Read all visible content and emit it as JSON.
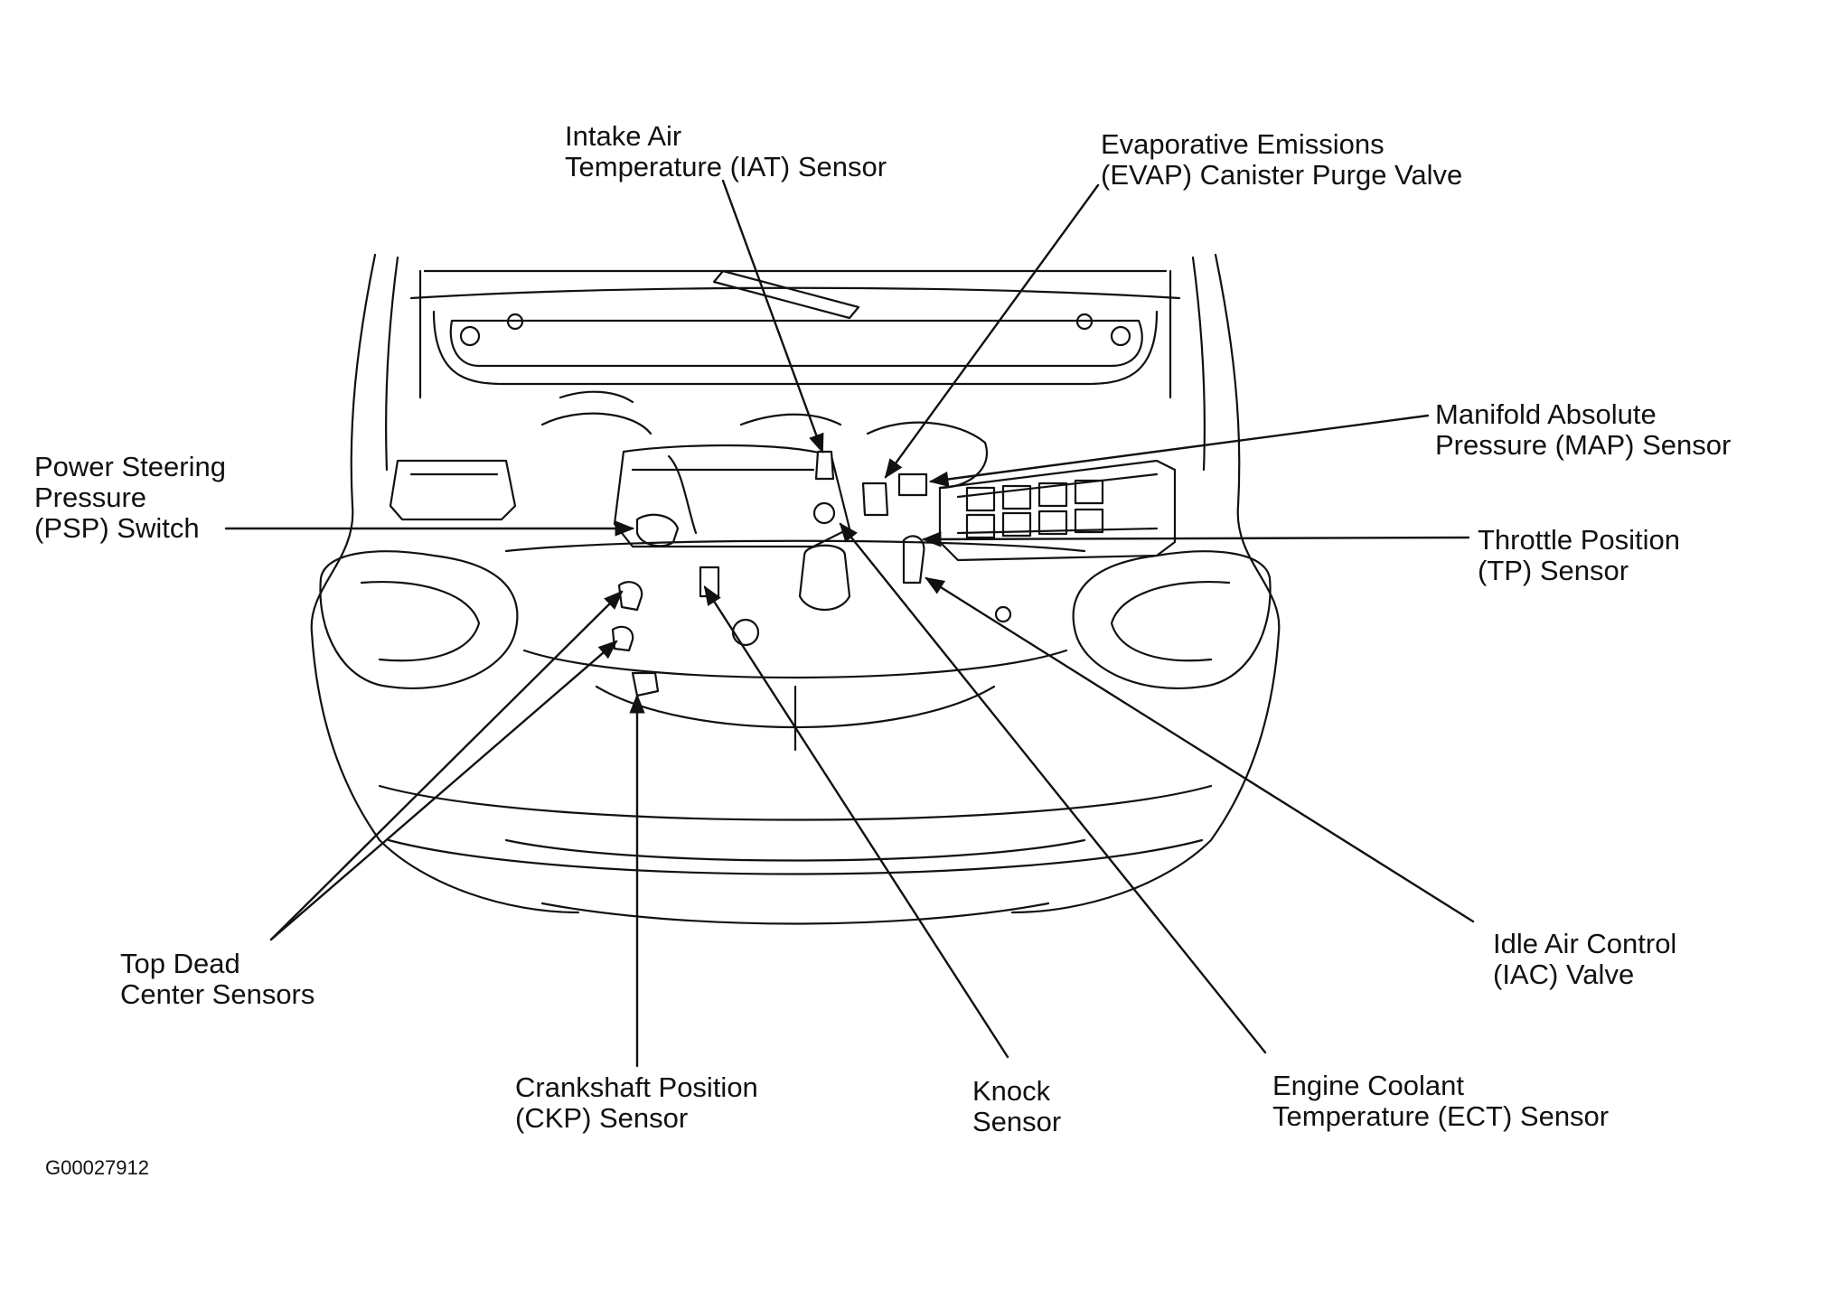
{
  "labels": {
    "iat": [
      "Intake Air",
      "Temperature (IAT) Sensor"
    ],
    "evap": [
      "Evaporative Emissions",
      "(EVAP) Canister Purge Valve"
    ],
    "map": [
      "Manifold Absolute",
      "Pressure (MAP) Sensor"
    ],
    "psp": [
      "Power Steering",
      "Pressure",
      "(PSP) Switch"
    ],
    "tp": [
      "Throttle Position",
      "(TP) Sensor"
    ],
    "iac": [
      "Idle Air Control",
      "(IAC) Valve"
    ],
    "tdc": [
      "Top Dead",
      "Center Sensors"
    ],
    "ckp": [
      "Crankshaft Position",
      "(CKP) Sensor"
    ],
    "knock": [
      "Knock",
      "Sensor"
    ],
    "ect": [
      "Engine Coolant",
      "Temperature (ECT) Sensor"
    ]
  },
  "figure_id": "G00027912"
}
